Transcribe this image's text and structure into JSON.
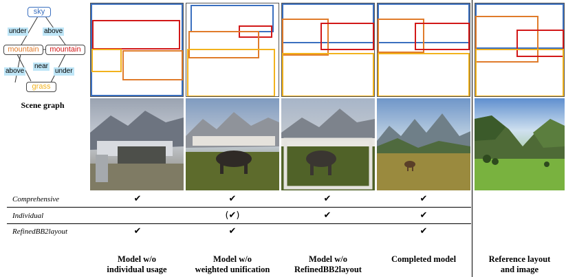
{
  "scene_graph": {
    "caption": "Scene graph",
    "nodes": {
      "sky": "sky",
      "mountain_left": "mountain",
      "mountain_right": "mountain",
      "grass": "grass"
    },
    "relations": {
      "under_left": "under",
      "above_right": "above",
      "near": "near",
      "above_left": "above",
      "under_right": "under"
    },
    "colors": {
      "sky": "#3a6fbf",
      "mountain_left": "#e07b2a",
      "mountain_right": "#d21818",
      "grass": "#f2b21c",
      "relation_bg": "#bfe6f7"
    }
  },
  "columns": [
    {
      "caption_line1": "Model w/o",
      "caption_line2": "individual usage"
    },
    {
      "caption_line1": "Model w/o",
      "caption_line2": "weighted unification"
    },
    {
      "caption_line1": "Model w/o",
      "caption_line2": "RefinedBB2layout"
    },
    {
      "caption_line1": "Completed model",
      "caption_line2": ""
    },
    {
      "caption_line1": "Reference layout",
      "caption_line2": "and image"
    }
  ],
  "table": {
    "rows": [
      {
        "label": "Comprehensive",
        "marks": [
          "✔",
          "✔",
          "✔",
          "✔"
        ]
      },
      {
        "label": "Individual",
        "marks": [
          "",
          "(✔)",
          "✔",
          "✔"
        ]
      },
      {
        "label": "RefinedBB2layout",
        "marks": [
          "✔",
          "✔",
          "",
          "✔"
        ]
      }
    ]
  }
}
